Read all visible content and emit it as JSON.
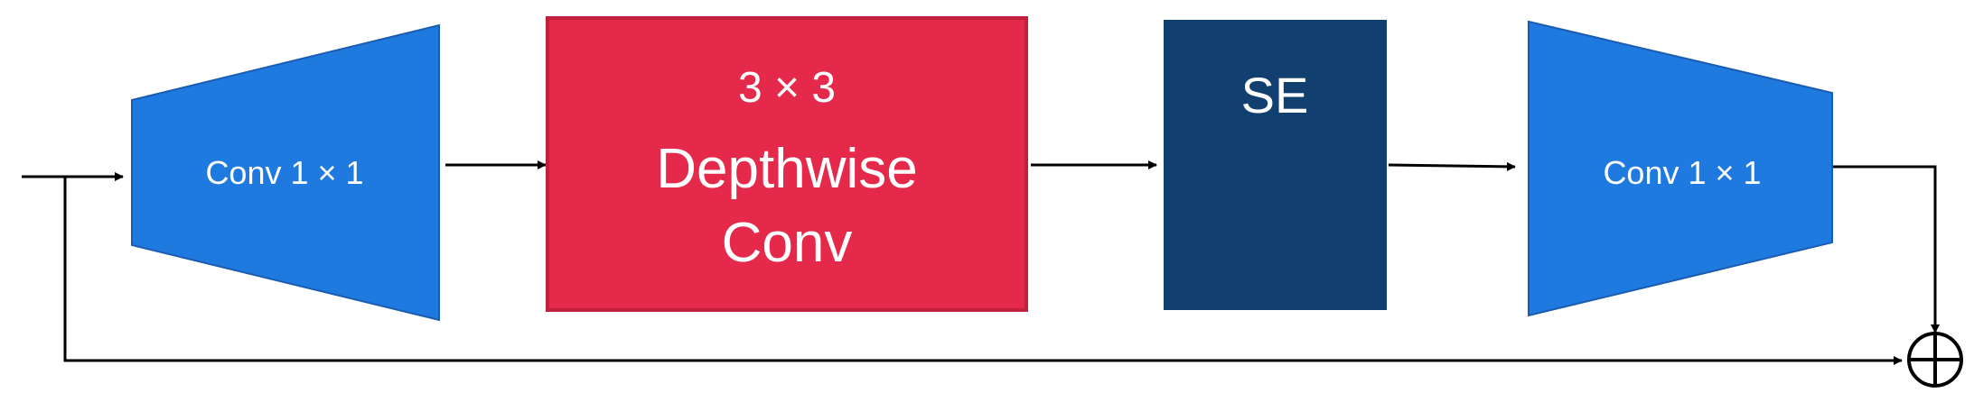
{
  "blocks": {
    "conv_in": {
      "label": "Conv 1 × 1",
      "color": "#1f7ae0"
    },
    "depthwise": {
      "line1": "3 × 3",
      "line2": "Depthwise",
      "line3": "Conv",
      "color": "#e5294a"
    },
    "se": {
      "label": "SE",
      "color": "#113f70"
    },
    "conv_out": {
      "label": "Conv 1 × 1",
      "color": "#1f7ae0"
    }
  },
  "colors": {
    "line": "#000000",
    "border_depthwise": "#c0203c"
  },
  "icons": {
    "sum": "circled-plus-icon"
  }
}
